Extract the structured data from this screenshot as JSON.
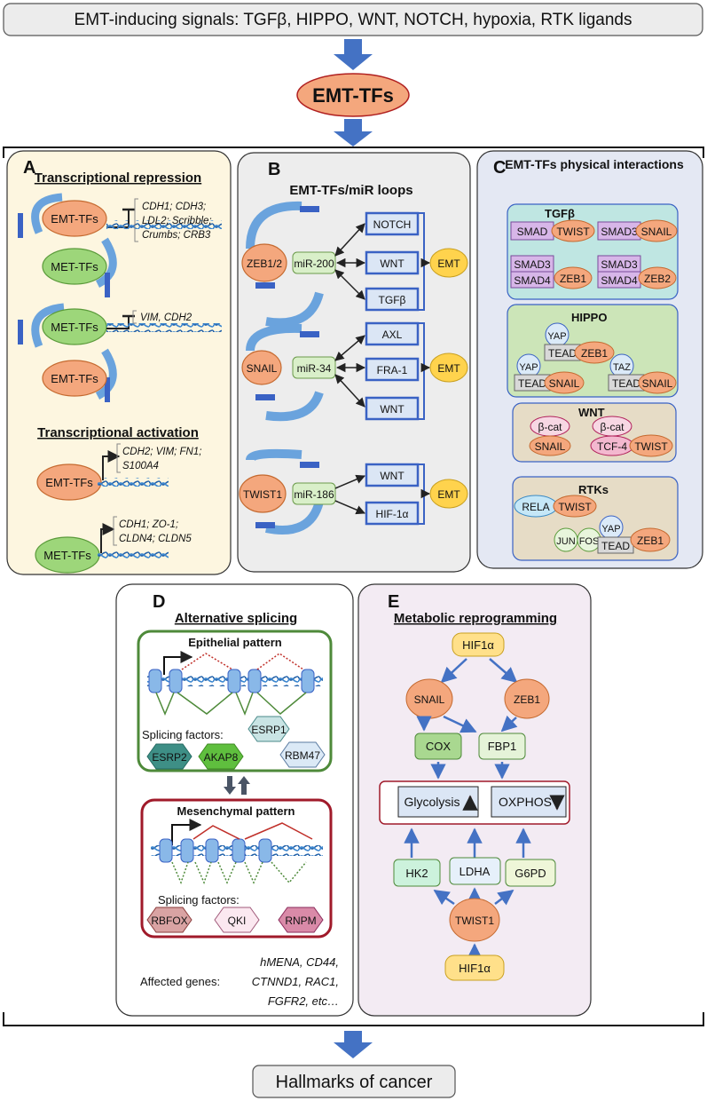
{
  "top": {
    "signals": "EMT-inducing signals: TGFβ, HIPPO, WNT, NOTCH, hypoxia, RTK ligands",
    "tfs": "EMT-TFs"
  },
  "bottom": {
    "hallmarks": "Hallmarks of cancer"
  },
  "panelA": {
    "letter": "A",
    "title_repression": "Transcriptional repression",
    "title_activation": "Transcriptional activation",
    "emt_tfs": "EMT-TFs",
    "met_tfs": "MET-TFs",
    "genes1_l1": "CDH1; CDH3;",
    "genes1_l2": "LDL2; Scribble;",
    "genes1_l3": "Crumbs; CRB3",
    "genes2": "VIM, CDH2",
    "genes3_l1": "CDH2; VIM; FN1;",
    "genes3_l2": "S100A4",
    "genes4_l1": "CDH1; ZO-1;",
    "genes4_l2": "CLDN4; CLDN5"
  },
  "panelB": {
    "letter": "B",
    "title": "EMT-TFs/miR loops",
    "zeb": "ZEB1/2",
    "snail": "SNAIL",
    "twist": "TWIST1",
    "mir200": "miR-200",
    "mir34": "miR-34",
    "mir186": "miR-186",
    "notch": "NOTCH",
    "wnt": "WNT",
    "tgfb": "TGFβ",
    "axl": "AXL",
    "fra1": "FRA-1",
    "hif": "HIF-1α",
    "emt": "EMT"
  },
  "panelC": {
    "letter": "C",
    "title": "EMT-TFs physical interactions",
    "tgfb": "TGFβ",
    "hippo": "HIPPO",
    "wnt": "WNT",
    "rtks": "RTKs",
    "smad": "SMAD",
    "smad3": "SMAD3",
    "smad4": "SMAD4",
    "twist": "TWIST",
    "snail": "SNAIL",
    "zeb1": "ZEB1",
    "zeb2": "ZEB2",
    "yap": "YAP",
    "taz": "TAZ",
    "tead": "TEAD",
    "bcat": "β-cat",
    "tcf4": "TCF-4",
    "rela": "RELA",
    "jun": "JUN",
    "fos": "FOS"
  },
  "panelD": {
    "letter": "D",
    "title": "Alternative splicing",
    "epithelial": "Epithelial pattern",
    "mesenchymal": "Mesenchymal pattern",
    "splicing": "Splicing factors:",
    "esrp1": "ESRP1",
    "esrp2": "ESRP2",
    "akap8": "AKAP8",
    "rbm47": "RBM47",
    "rbfox": "RBFOX",
    "qki": "QKI",
    "rnpm": "RNPM",
    "affected_label": "Affected genes:",
    "genes_l1": "hMENA, CD44,",
    "genes_l2": "CTNND1, RAC1,",
    "genes_l3": "FGFR2, etc…"
  },
  "panelE": {
    "letter": "E",
    "title": "Metabolic reprogramming",
    "hif": "HIF1α",
    "snail": "SNAIL",
    "zeb1": "ZEB1",
    "cox": "COX",
    "fbp1": "FBP1",
    "glycolysis": "Glycolysis",
    "oxphos": "OXPHOS",
    "hk2": "HK2",
    "ldha": "LDHA",
    "g6pd": "G6PD",
    "twist": "TWIST1"
  },
  "colors": {
    "blue_arrow": "#4472c4",
    "orange": "#f4a77d",
    "green": "#9dd67a",
    "yellow": "#ffe08a",
    "panelA_bg": "#fdf6e0",
    "panelB_bg": "#ededed",
    "panelC_bg": "#e4e8f3",
    "panelE_bg": "#f3ebf3"
  }
}
